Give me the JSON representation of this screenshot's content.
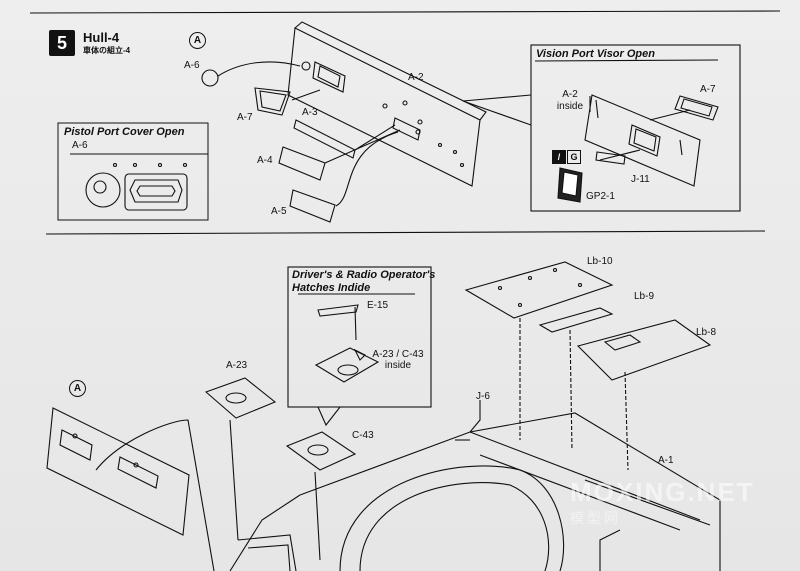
{
  "step": {
    "number": "5",
    "title": "Hull-4",
    "subtitle": "車体の組立-4"
  },
  "sections": {
    "top_group_mark": "A",
    "bottom_group_mark": "A",
    "pistol_port": {
      "title": "Pistol Port Cover Open",
      "part": "A-6"
    },
    "vision_port": {
      "title": "Vision Port Visor Open",
      "a2_label": "A-2",
      "a2_inside": "inside",
      "a7": "A-7",
      "j11": "J-11",
      "gp": "GP2-1",
      "badge_g": "G"
    },
    "hatches": {
      "title_line1": "Driver's & Radio Operator's",
      "title_line2": "Hatches Indide",
      "e15": "E-15",
      "a23c43": "A-23 / C-43",
      "inside": "inside"
    }
  },
  "parts": {
    "a6": "A-6",
    "a2": "A-2",
    "a7": "A-7",
    "a3": "A-3",
    "a4": "A-4",
    "a5": "A-5",
    "lb10": "Lb-10",
    "lb9": "Lb-9",
    "lb8": "Lb-8",
    "a23": "A-23",
    "c43": "C-43",
    "j6": "J-6",
    "a1": "A-1"
  },
  "watermark": {
    "main": "MOXING.NET",
    "sub": "模型网"
  }
}
